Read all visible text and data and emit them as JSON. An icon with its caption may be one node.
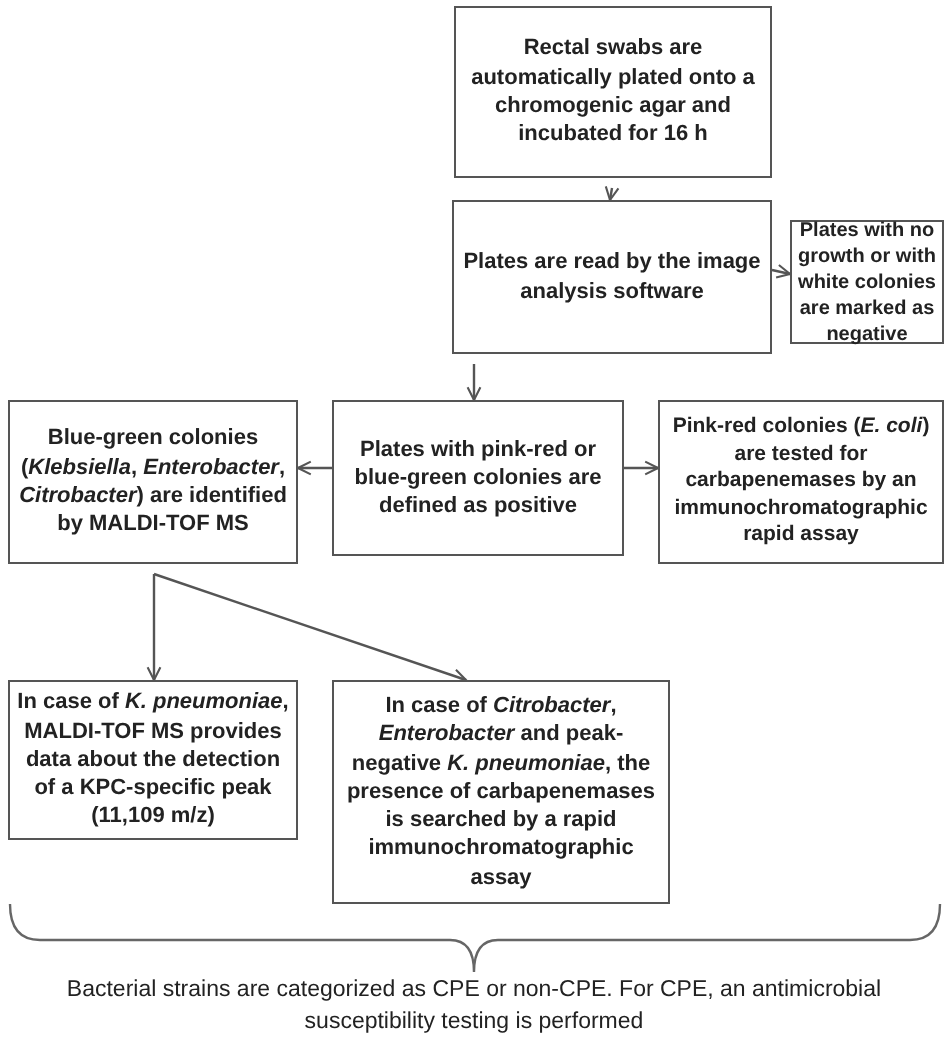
{
  "diagram": {
    "nodes": [
      {
        "text": [
          "Rectal swabs are automatically plated onto a chromogenic agar and incubated for 16 h"
        ]
      },
      {
        "text": [
          "Plates are read by the image analysis software"
        ]
      },
      {
        "text": [
          "Plates with no growth or with white colonies are marked as negative"
        ]
      },
      {
        "text": [
          "Blue-green colonies (*Klebsiella*, *Enterobacter*, *Citrobacter*) are identified by MALDI-TOF MS"
        ]
      },
      {
        "text": [
          "Plates with pink-red or blue-green colonies are defined as positive"
        ]
      },
      {
        "text": [
          "Pink-red colonies (*E. coli*) are tested for carbapenemases by an immunochromatographic rapid assay"
        ]
      },
      {
        "text": [
          "In case of *K. pneumoniae*, MALDI-TOF MS provides data about the detection of a KPC-specific peak (11,109 m/z)"
        ]
      },
      {
        "text": [
          "In case of *Citrobacter*, *Enterobacter* and peak-negative *K. pneumoniae*, the presence of carbapenemases is searched by a rapid immunochromatographic assay"
        ]
      }
    ],
    "edges": [
      {
        "from": 0,
        "to": 1,
        "arrow": "to"
      },
      {
        "from": 1,
        "to": 2,
        "arrow": "to"
      },
      {
        "from": 1,
        "to": 4,
        "arrow": "to"
      },
      {
        "from": 4,
        "to": 3,
        "arrow": "to"
      },
      {
        "from": 4,
        "to": 5,
        "arrow": "to"
      },
      {
        "from": 3,
        "to": 6,
        "arrow": "to"
      },
      {
        "from": 3,
        "to": 7,
        "arrow": "to"
      }
    ],
    "labels": [
      "Bacterial strains are categorized as CPE or non-CPE. For CPE, an antimicrobial susceptibility testing is performed"
    ]
  }
}
